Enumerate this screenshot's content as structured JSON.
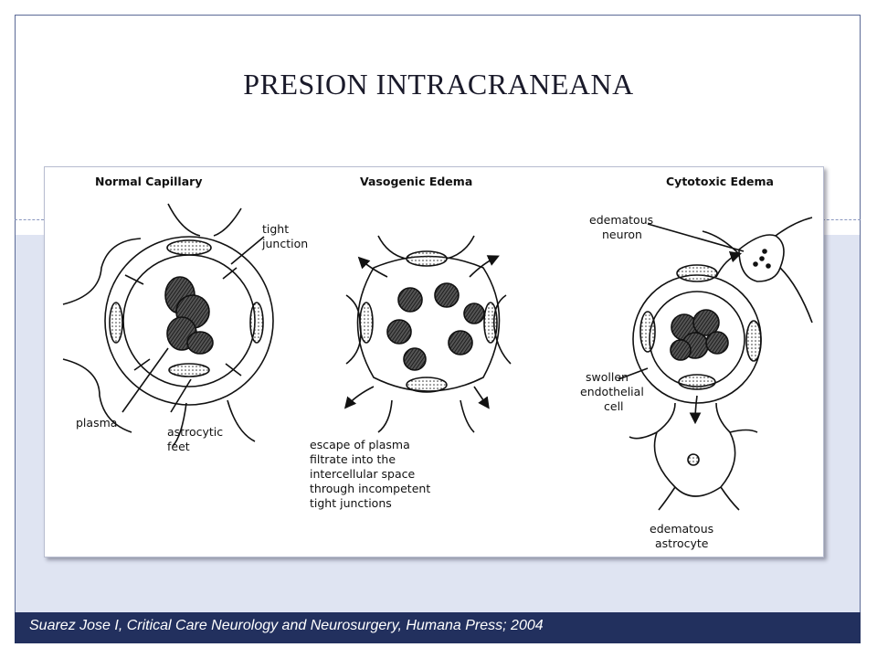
{
  "title": "PRESION INTRACRANEANA",
  "figure": {
    "panels": [
      {
        "heading": "Normal Capillary",
        "labels": {
          "tight_junction_1": "tight",
          "tight_junction_2": "junction",
          "plasma": "plasma",
          "astrocytic_1": "astrocytic",
          "astrocytic_2": "feet"
        }
      },
      {
        "heading": "Vasogenic Edema",
        "caption": [
          "escape of plasma",
          "filtrate into the",
          "intercellular space",
          "through incompetent",
          "tight junctions"
        ]
      },
      {
        "heading": "Cytotoxic Edema",
        "labels": {
          "neuron_1": "edematous",
          "neuron_2": "neuron",
          "endo_1": "swollen",
          "endo_2": "endothelial",
          "endo_3": "cell",
          "astro_1": "edematous",
          "astro_2": "astrocyte"
        }
      }
    ]
  },
  "citation": "Suarez Jose I, Critical Care Neurology and Neurosurgery, Humana Press; 2004",
  "colors": {
    "frame": "#5b6a96",
    "band": "#dfe4f2",
    "citation_bar": "#22305e"
  }
}
